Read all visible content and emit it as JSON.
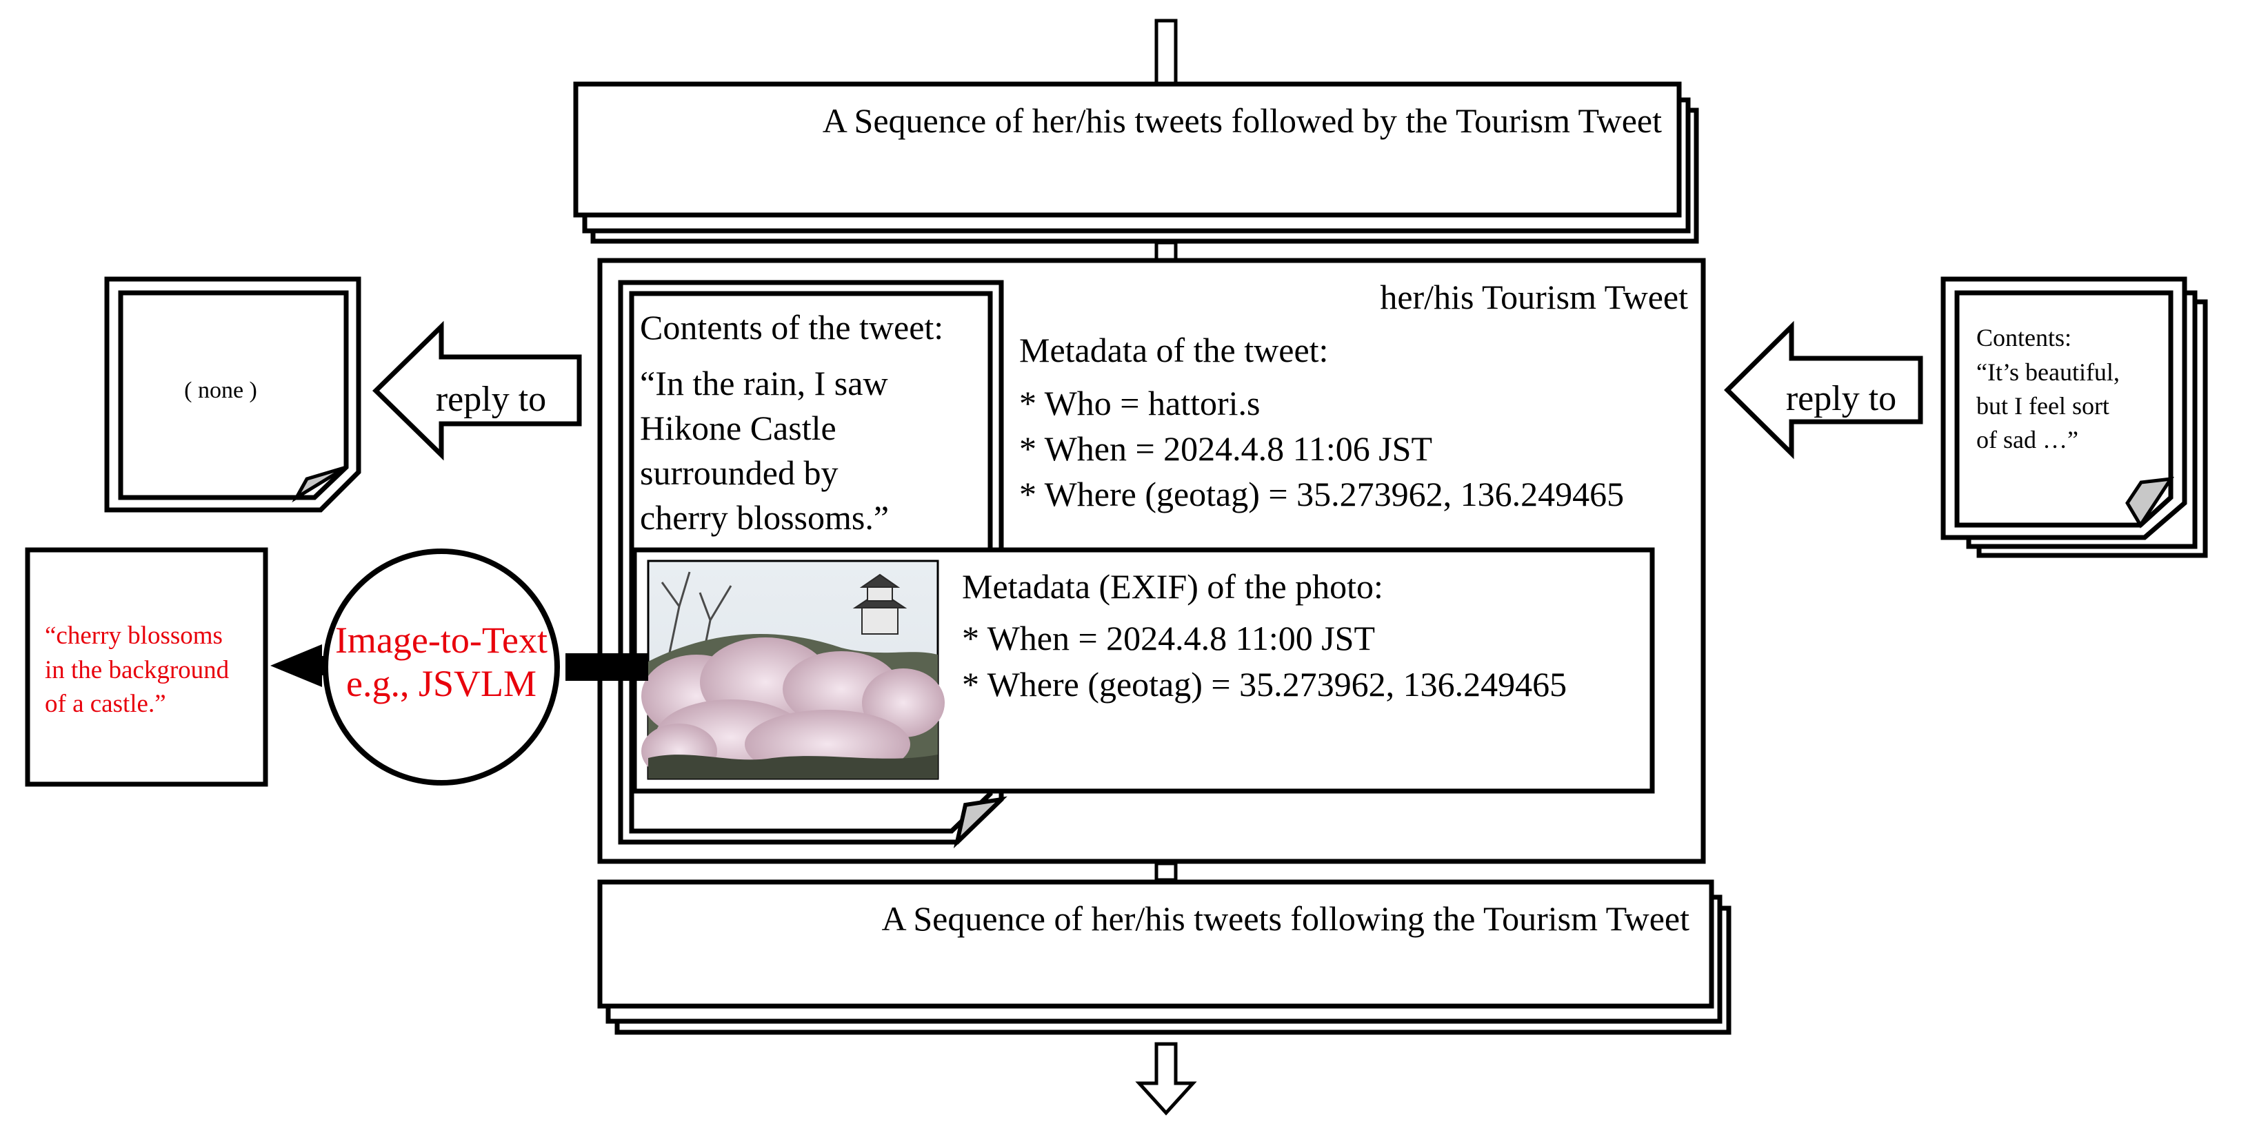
{
  "seq_before_label": "A Sequence of her/his tweets followed by the Tourism Tweet",
  "tourism_tweet_label": "her/his Tourism Tweet",
  "tweet_contents": {
    "heading": "Contents of the tweet:",
    "lines": [
      "“In the rain, I saw",
      "Hikone Castle",
      "surrounded by",
      "cherry blossoms.”"
    ]
  },
  "tweet_metadata": {
    "heading": "Metadata of the tweet:",
    "lines": [
      "* Who = hattori.s",
      "* When = 2024.4.8 11:06 JST",
      "* Where (geotag) = 35.273962, 136.249465"
    ]
  },
  "photo_metadata": {
    "heading": "Metadata (EXIF) of the photo:",
    "lines": [
      "* When = 2024.4.8 11:00 JST",
      "* Where (geotag) = 35.273962, 136.249465"
    ]
  },
  "reply_left": {
    "arrow_label": "reply to",
    "note_text": "( none )"
  },
  "reply_right": {
    "arrow_label": "reply to",
    "note_lines": [
      "Contents:",
      "“It’s beautiful,",
      "but I feel sort",
      "of sad …”"
    ]
  },
  "image_to_text": {
    "lines": [
      "Image-to-Text",
      "e.g., JSVLM"
    ],
    "output_lines": [
      "“cherry blossoms",
      "in the background",
      "of a castle.”"
    ]
  },
  "seq_after_label": "A Sequence of her/his tweets following the Tourism Tweet",
  "colors": {
    "stroke": "#000000",
    "highlight_red": "#e8000b",
    "fold_gray": "#c8c8c8",
    "background": "#ffffff"
  }
}
